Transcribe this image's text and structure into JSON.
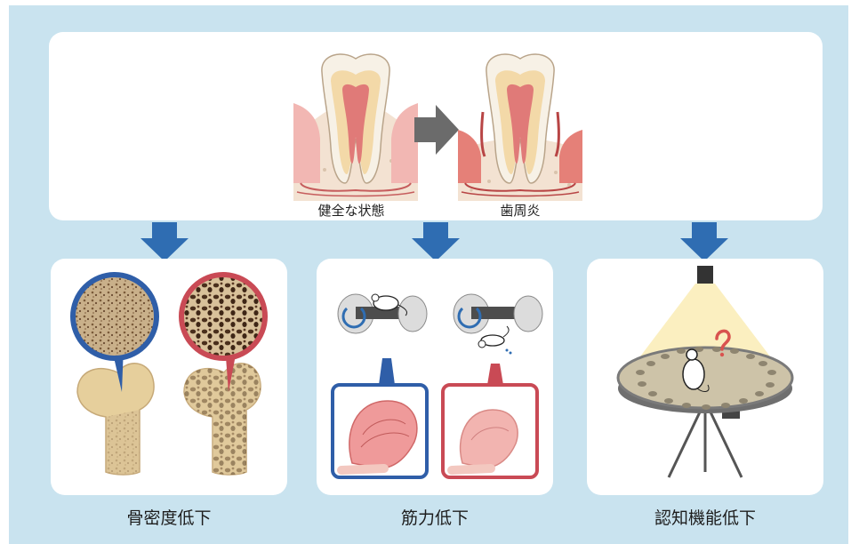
{
  "top_panel": {
    "healthy_label": "健全な状態",
    "periodontitis_label": "歯周炎"
  },
  "effects": [
    {
      "label": "骨密度低下"
    },
    {
      "label": "筋力低下"
    },
    {
      "label": "認知機能低下"
    }
  ],
  "colors": {
    "background": "#c9e3ef",
    "arrow_blue": "#2f6db2",
    "healthy_ring": "#2f5ea8",
    "disease_ring": "#c94a55",
    "bone": "#e6cf9c",
    "gum_healthy": "#f2b7b3",
    "gum_disease": "#e58078",
    "lamp_light": "#fbeebd"
  },
  "icons": [
    "tooth-healthy-icon",
    "tooth-periodontitis-icon",
    "progression-arrow-icon",
    "femur-icon",
    "rotarod-icon",
    "mouse-icon",
    "muscle-icon",
    "barnes-maze-icon",
    "camera-icon",
    "question-mark-icon"
  ]
}
